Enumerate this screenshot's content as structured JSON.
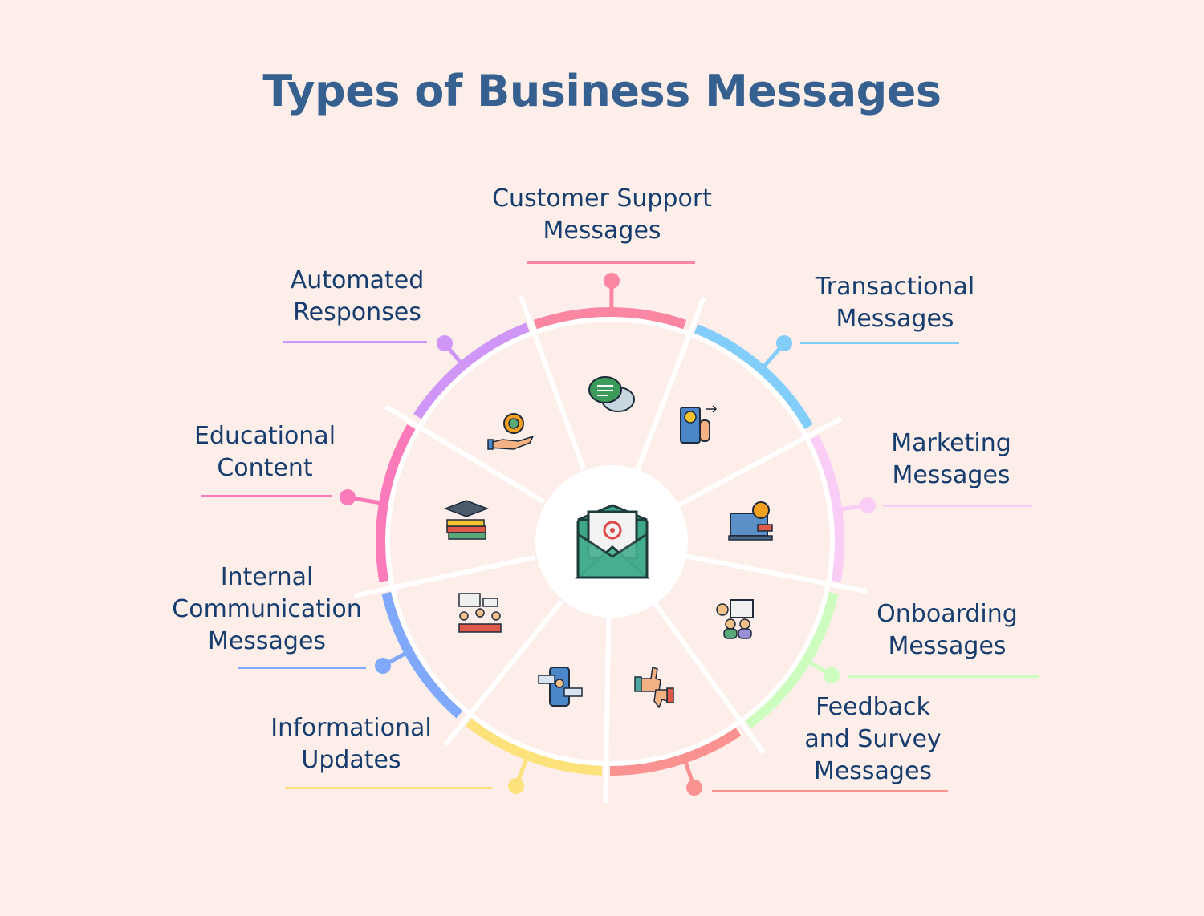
{
  "title": "Types of Business Messages",
  "segments": [
    {
      "label": "Customer Support\nMessages",
      "color": "#fa86a2",
      "icon": "chat-bubbles-icon"
    },
    {
      "label": "Transactional\nMessages",
      "color": "#82cdf9",
      "icon": "mobile-payment-icon"
    },
    {
      "label": "Marketing\nMessages",
      "color": "#f9cdf5",
      "icon": "digital-marketing-icon"
    },
    {
      "label": "Onboarding\nMessages",
      "color": "#ccfdbe",
      "icon": "presentation-team-icon"
    },
    {
      "label": "Feedback\nand Survey\nMessages",
      "color": "#fb9292",
      "icon": "thumbs-up-down-icon"
    },
    {
      "label": "Informational\nUpdates",
      "color": "#fde27c",
      "icon": "phone-messages-icon"
    },
    {
      "label": "Internal\nCommunication\nMessages",
      "color": "#80a8fb",
      "icon": "team-meeting-icon"
    },
    {
      "label": "Educational\nContent",
      "color": "#fb7bba",
      "icon": "graduation-books-icon"
    },
    {
      "label": "Automated\nResponses",
      "color": "#d096f7",
      "icon": "gear-hand-icon"
    }
  ],
  "center_icon": "envelope-at-icon"
}
